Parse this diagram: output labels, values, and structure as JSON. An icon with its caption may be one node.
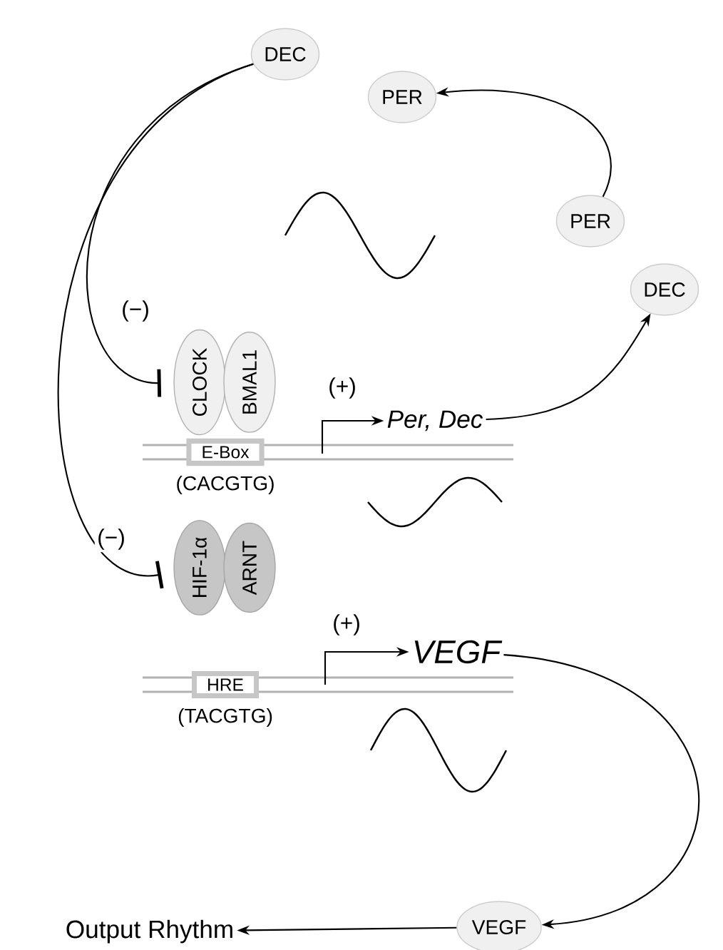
{
  "diagram": {
    "nodes": [
      {
        "text": [
          "DEC"
        ]
      },
      {
        "text": [
          "PER"
        ]
      },
      {
        "text": [
          "PER"
        ]
      },
      {
        "text": [
          "DEC"
        ]
      },
      {
        "text": [
          "CLOCK"
        ]
      },
      {
        "text": [
          "BMAL1"
        ]
      },
      {
        "text": [
          "E-Box"
        ],
        "beside": [
          "(CACGTG)"
        ]
      },
      {
        "text": [
          "Per, Dec"
        ]
      },
      {
        "text": [
          "HIF-1α"
        ]
      },
      {
        "text": [
          "ARNT"
        ]
      },
      {
        "text": [
          "HRE"
        ],
        "beside": [
          "(TACGTG)"
        ]
      },
      {
        "text": [
          "VEGF"
        ]
      },
      {
        "text": [
          "VEGF"
        ]
      },
      {
        "text": [
          "Output Rhythm"
        ]
      }
    ],
    "edges": [
      {
        "from": 0,
        "to": 4,
        "arrow": "other",
        "label": "(−)"
      },
      {
        "from": 0,
        "to": 8,
        "arrow": "other",
        "label": "(−)"
      },
      {
        "from": null,
        "to": 7,
        "arrow": "to",
        "label": "(+)"
      },
      {
        "from": 7,
        "to": 3,
        "arrow": "to"
      },
      {
        "from": 2,
        "to": 1,
        "arrow": "to"
      },
      {
        "from": null,
        "to": 11,
        "arrow": "to",
        "label": "(+)"
      },
      {
        "from": 11,
        "to": 12,
        "arrow": "to"
      },
      {
        "from": 12,
        "to": 13,
        "arrow": "to"
      }
    ]
  }
}
